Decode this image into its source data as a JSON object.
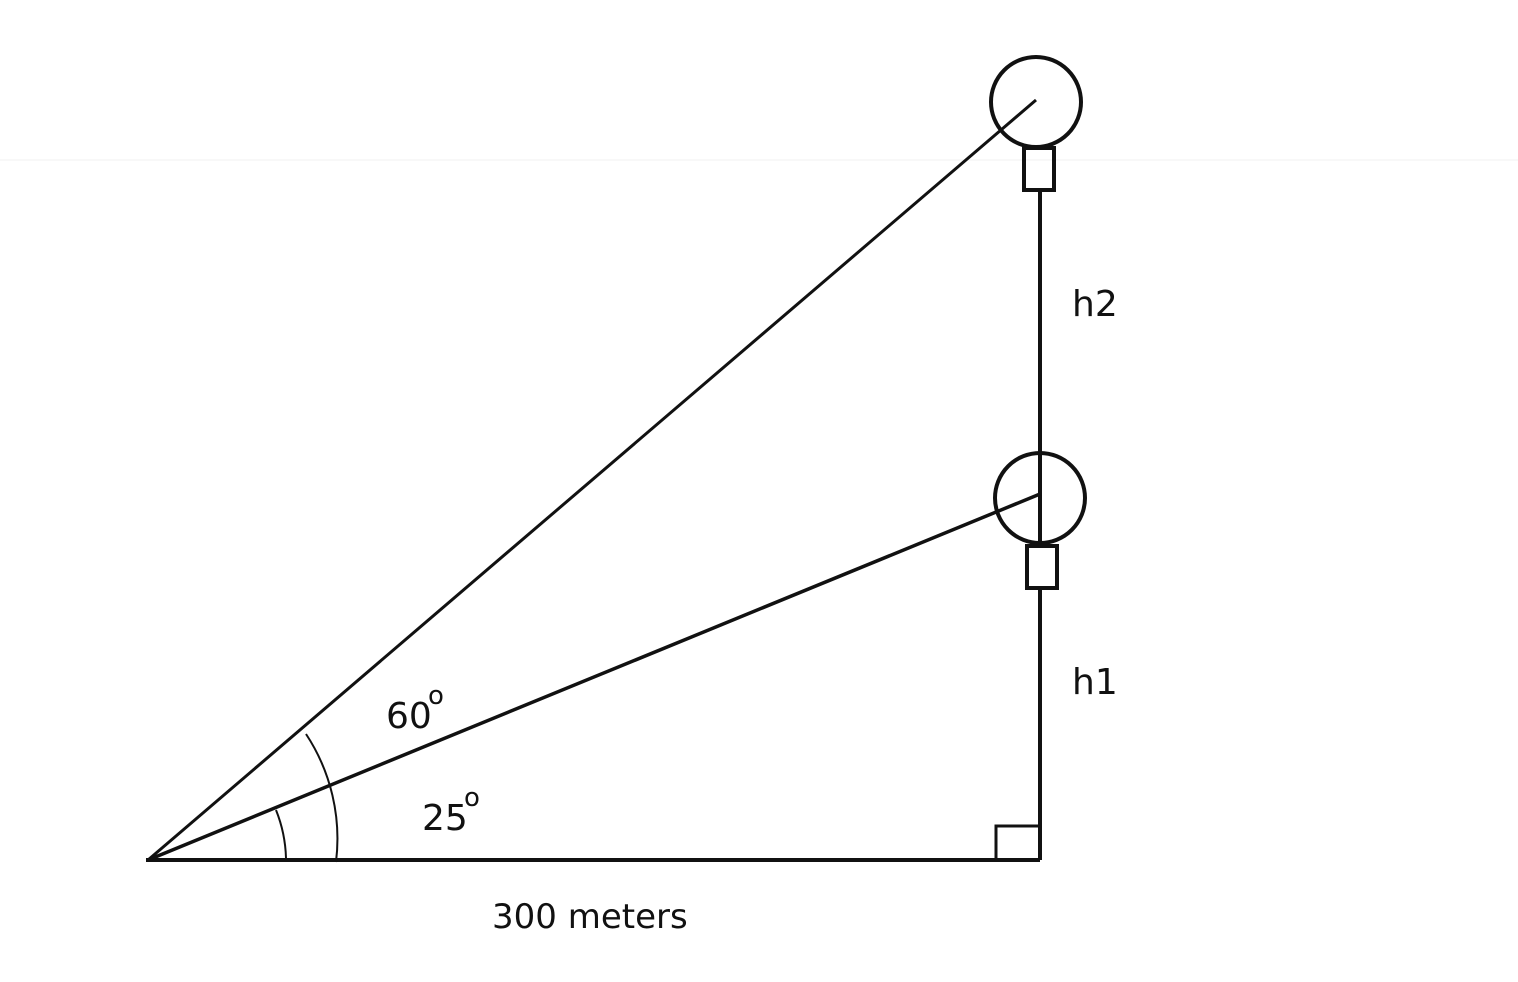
{
  "diagram": {
    "labels": {
      "height_upper": "h2",
      "height_lower": "h1",
      "angle_large_value": "60",
      "angle_small_value": "25",
      "degree_mark": "o",
      "base_distance": "300 meters"
    },
    "angles_deg": {
      "upper_sightline": 60,
      "lower_sightline": 25
    },
    "base_distance_m": 300,
    "colors": {
      "stroke": "#111111",
      "background": "#ffffff"
    }
  }
}
